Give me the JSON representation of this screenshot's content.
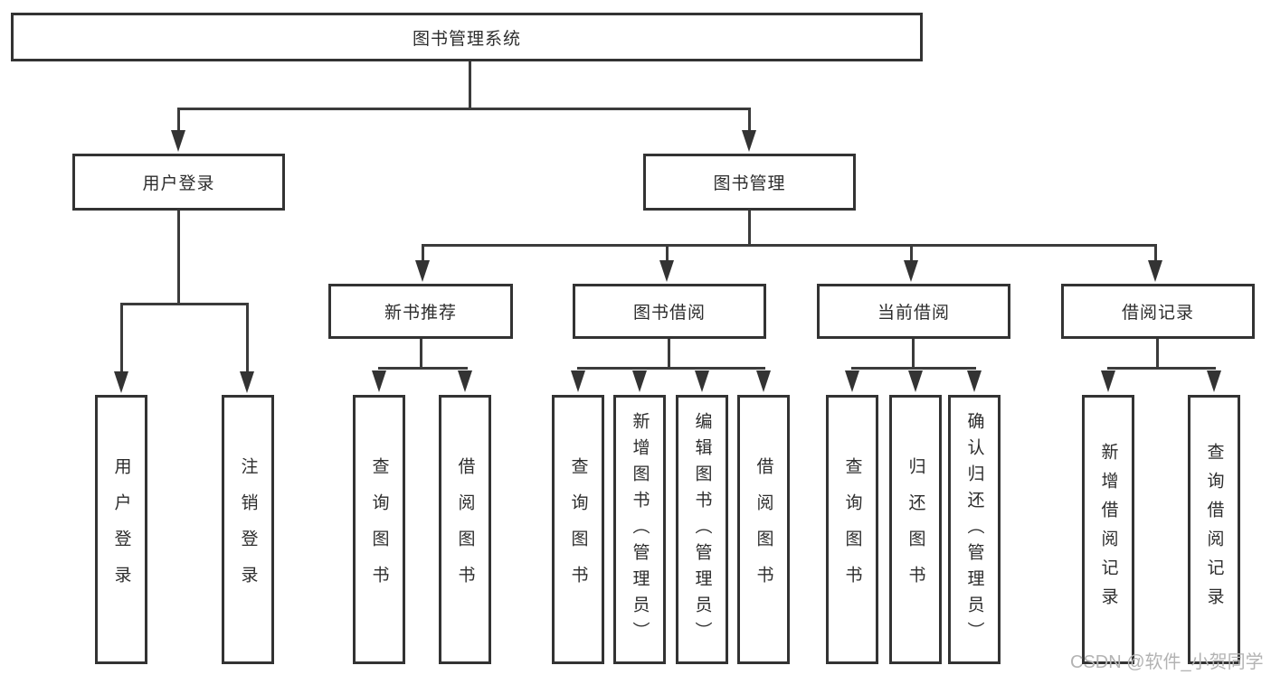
{
  "diagram": {
    "title": "图书管理系统",
    "root": {
      "label": "图书管理系统"
    },
    "level2": {
      "user_login": {
        "label": "用户登录"
      },
      "book_mgmt": {
        "label": "图书管理"
      }
    },
    "level3": {
      "new_book": {
        "label": "新书推荐"
      },
      "book_borrow": {
        "label": "图书借阅"
      },
      "current_borrow": {
        "label": "当前借阅"
      },
      "borrow_records": {
        "label": "借阅记录"
      }
    },
    "leaves": {
      "user_login": [
        "用户登录",
        "注销登录"
      ],
      "new_book": [
        "查询图书",
        "借阅图书"
      ],
      "book_borrow": [
        "查询图书",
        "新增图书（管理员）",
        "编辑图书（管理员）",
        "借阅图书"
      ],
      "current_borrow": [
        "查询图书",
        "归还图书",
        "确认归还（管理员）"
      ],
      "borrow_records": [
        "新增借阅记录",
        "查询借阅记录"
      ]
    }
  },
  "watermark": "CSDN @软件_小贺同学",
  "colors": {
    "line": "#3b3b3b",
    "border": "#333333",
    "text": "#2d2d2d",
    "watermark": "#b3b3b3",
    "background": "#ffffff"
  }
}
